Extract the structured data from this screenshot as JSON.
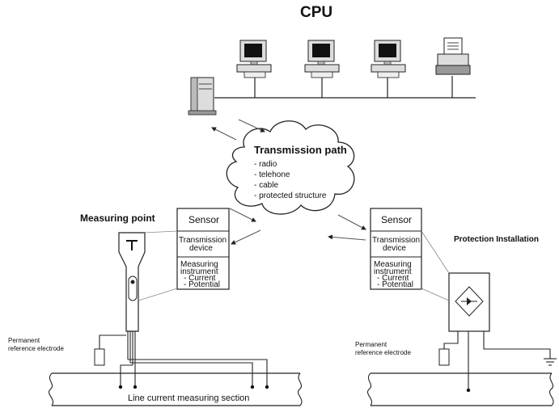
{
  "cpu": {
    "title": "CPU"
  },
  "transmission": {
    "title": "Transmission path",
    "items": [
      "- radio",
      "- telehone",
      "- cable",
      "- protected structure"
    ]
  },
  "measuring_point": {
    "title": "Measuring point"
  },
  "protection_installation": {
    "title": "Protection Installation"
  },
  "left_unit": {
    "sensor": "Sensor",
    "transmission": [
      "Transmission",
      "device"
    ],
    "instrument": [
      "Measuring",
      "instrument",
      "- Current",
      "- Potential"
    ]
  },
  "right_unit": {
    "sensor": "Sensor",
    "transmission": [
      "Transmission",
      "device"
    ],
    "instrument": [
      "Measuring",
      "instrument",
      "- Current",
      "- Potential"
    ]
  },
  "left_electrode": {
    "label": [
      "Permanent",
      "reference electrode"
    ]
  },
  "right_electrode": {
    "label": [
      "Permanent",
      "reference electrode"
    ]
  },
  "pipeline": {
    "label": "Line current measuring section"
  },
  "icons": [
    "server-icon",
    "computer-icon",
    "printer-icon",
    "cloud-icon",
    "probe-icon",
    "rectifier-icon",
    "ground-icon",
    "electrode-icon",
    "pipe-icon"
  ]
}
